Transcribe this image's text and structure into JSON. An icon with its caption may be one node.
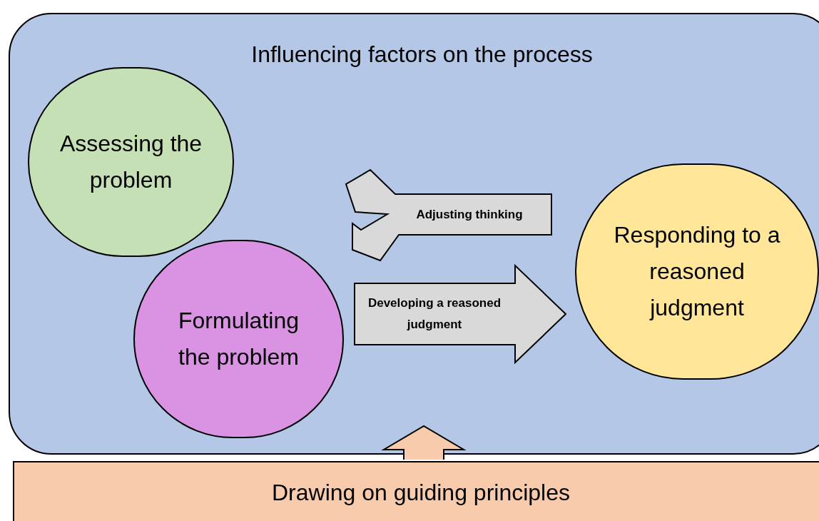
{
  "diagram": {
    "nodes": [
      {
        "text": [
          "Influencing factors on the process"
        ]
      },
      {
        "text": [
          "Assessing the problem"
        ],
        "in": 0
      },
      {
        "text": [
          "Formulating the problem"
        ],
        "in": 0
      },
      {
        "text": [
          "Responding to a reasoned judgment"
        ],
        "in": 0
      },
      {
        "text": [
          "Drawing on guiding principles"
        ]
      }
    ],
    "edges": [
      {
        "from": 3,
        "to": 1,
        "arrow": "to",
        "label": "Adjusting thinking"
      },
      {
        "from": 3,
        "to": 2,
        "arrow": "to"
      },
      {
        "from": 2,
        "to": 3,
        "arrow": "to",
        "label": "Developing a reasoned judgment"
      },
      {
        "from": 4,
        "to": 0,
        "arrow": "to",
        "color": "#f8cbad"
      }
    ]
  }
}
